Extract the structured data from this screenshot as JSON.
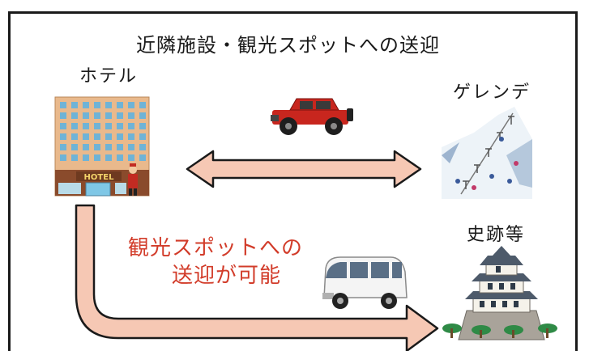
{
  "title": "近隣施設・観光スポットへの送迎",
  "nodes": {
    "hotel": "ホテル",
    "ski_slope": "ゲレンデ",
    "historic_sites": "史跡等"
  },
  "hotel_sign": "HOTEL",
  "note": {
    "line1": "観光スポットへの",
    "line2": "送迎が可能"
  },
  "colors": {
    "arrow_fill": "#f6c8b4",
    "arrow_stroke": "#1a1a1a",
    "note_text": "#d23c2a",
    "jeep": "#c8261e",
    "building": "#e9b98c"
  },
  "icons": [
    "hotel-building-icon",
    "jeep-icon",
    "ski-slope-icon",
    "van-icon",
    "castle-icon"
  ]
}
